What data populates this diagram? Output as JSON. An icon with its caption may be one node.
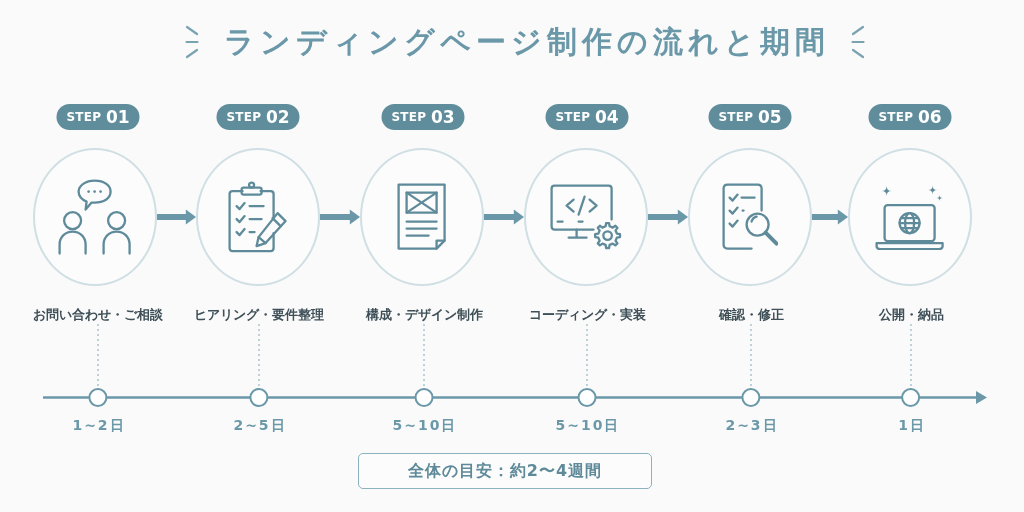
{
  "diagram": {
    "title": "ランディングページ制作の流れと期間",
    "nodes": [
      {
        "text": [
          "STEP 01"
        ]
      },
      {
        "text": [
          "STEP 02"
        ]
      },
      {
        "text": [
          "STEP 03"
        ]
      },
      {
        "text": [
          "STEP 04"
        ]
      },
      {
        "text": [
          "STEP 05"
        ]
      },
      {
        "text": [
          "STEP 06"
        ]
      },
      {
        "text": [],
        "shape": "circle"
      },
      {
        "text": [],
        "shape": "circle"
      },
      {
        "text": [],
        "shape": "circle"
      },
      {
        "text": [],
        "shape": "circle"
      },
      {
        "text": [],
        "shape": "circle"
      },
      {
        "text": [],
        "shape": "circle"
      },
      {
        "text": [
          "お問い合わせ・ご相談"
        ]
      },
      {
        "text": [
          "ヒアリング・要件整理"
        ]
      },
      {
        "text": [
          "構成・デザイン制作"
        ]
      },
      {
        "text": [
          "コーディング・実装"
        ]
      },
      {
        "text": [
          "確認・修正"
        ]
      },
      {
        "text": [
          "公開・納品"
        ]
      },
      {
        "text": [],
        "shape": "circle",
        "beside": [
          "1~2日"
        ]
      },
      {
        "text": [],
        "shape": "circle",
        "beside": [
          "2~5日"
        ]
      },
      {
        "text": [],
        "shape": "circle",
        "beside": [
          "5~10日"
        ]
      },
      {
        "text": [],
        "shape": "circle",
        "beside": [
          "5~10日"
        ]
      },
      {
        "text": [],
        "shape": "circle",
        "beside": [
          "2~3日"
        ]
      },
      {
        "text": [],
        "shape": "circle",
        "beside": [
          "1日"
        ]
      },
      {
        "text": [
          "全体の目安：約2〜4週間"
        ]
      }
    ],
    "edges": [
      {
        "from": 6,
        "to": 7,
        "arrow": "to"
      },
      {
        "from": 7,
        "to": 8,
        "arrow": "to"
      },
      {
        "from": 8,
        "to": 9,
        "arrow": "to"
      },
      {
        "from": 9,
        "to": 10,
        "arrow": "to"
      },
      {
        "from": 10,
        "to": 11,
        "arrow": "to"
      },
      {
        "from": 12,
        "to": 18,
        "arrow": "none",
        "style": "dashed"
      },
      {
        "from": 13,
        "to": 19,
        "arrow": "none",
        "style": "dashed"
      },
      {
        "from": 14,
        "to": 20,
        "arrow": "none",
        "style": "dashed"
      },
      {
        "from": 15,
        "to": 21,
        "arrow": "none",
        "style": "dashed"
      },
      {
        "from": 16,
        "to": 22,
        "arrow": "none",
        "style": "dashed"
      },
      {
        "from": 17,
        "to": 23,
        "arrow": "none",
        "style": "dashed"
      }
    ]
  }
}
